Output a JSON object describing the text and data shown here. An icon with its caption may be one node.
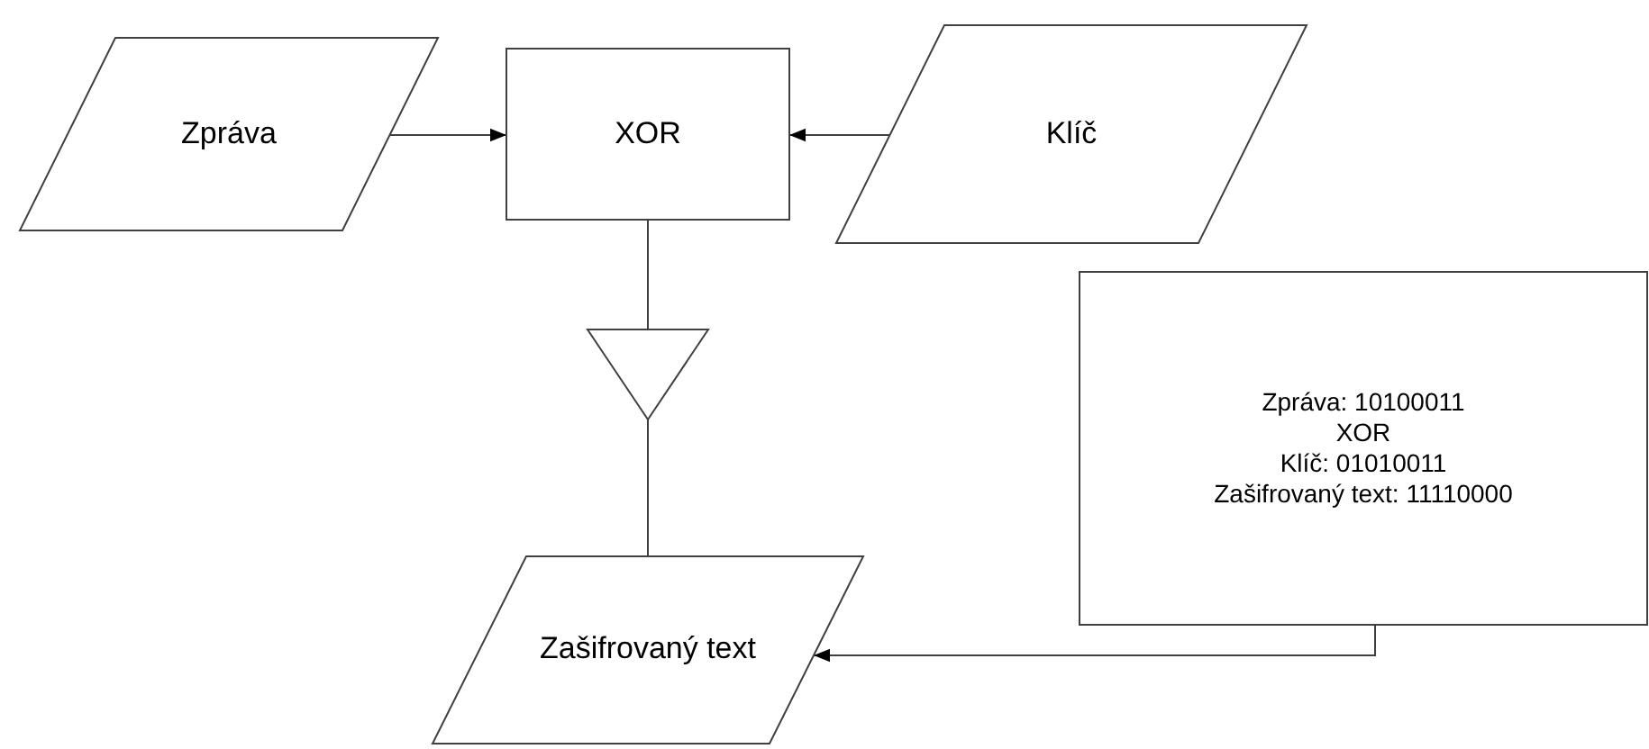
{
  "diagram": {
    "nodes": [
      {
        "text": [
          "Zpráva"
        ]
      },
      {
        "text": [
          "XOR"
        ]
      },
      {
        "text": [
          "Klíč"
        ]
      },
      {
        "text": [],
        "shape": "triangle"
      },
      {
        "text": [
          "Zašifrovaný text"
        ]
      },
      {
        "text": [
          "Zpráva: 10100011",
          "XOR",
          "Klíč: 01010011",
          "Zašifrovaný text: 11110000"
        ]
      }
    ],
    "edges": [
      {
        "from": 0,
        "to": 1,
        "arrow": "to"
      },
      {
        "from": 2,
        "to": 1,
        "arrow": "to"
      },
      {
        "from": 1,
        "to": 3,
        "arrow": "none"
      },
      {
        "from": 3,
        "to": 4,
        "arrow": "none"
      },
      {
        "from": 5,
        "to": 4,
        "arrow": "to"
      }
    ]
  }
}
